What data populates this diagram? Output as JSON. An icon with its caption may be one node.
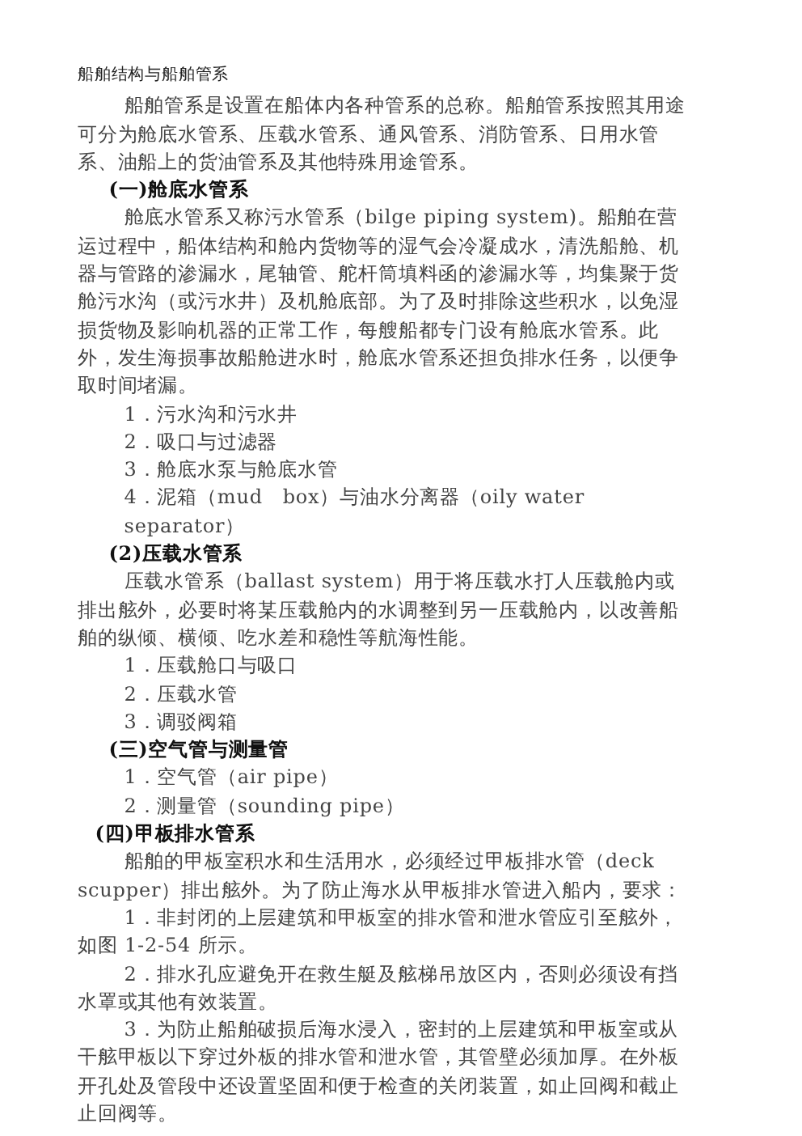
{
  "diagram": {
    "title": "船舶结构与船舶管系",
    "labels": [
      "船舶管系是设置在船体内各种管系的总称。船舶管系按照其用途可分为舱底水管系、压载水管系、通风管系、消防管系、日用水管系、油船上的货油管系及其他特殊用途管系。",
      "(一)舱底水管系",
      "舱底水管系又称污水管系（bilge piping system)。船舶在营运过程中，船体结构和舱内货物等的湿气会冷凝成水，清洗船舱、机器与管路的渗漏水，尾轴管、舵杆筒填料函的渗漏水等，均集聚于货舱污水沟（或污水井）及机舱底部。为了及时排除这些积水，以免湿损货物及影响机器的正常工作，每艘船都专门设有舱底水管系。此外，发生海损事故船舱进水时，舱底水管系还担负排水任务，以便争取时间堵漏。",
      "1．污水沟和污水井",
      "2．吸口与过滤器",
      "3．舱底水泵与舱底水管",
      "4．泥箱（mud　box）与油水分离器（oily water separator）",
      "(2)压载水管系",
      "压载水管系（ballast system）用于将压载水打人压载舱内或排出舷外，必要时将某压载舱内的水调整到另一压载舱内，以改善船舶的纵倾、横倾、吃水差和稳性等航海性能。",
      "1．压载舱口与吸口",
      "2．压载水管",
      "3．调驳阀箱",
      "(三)空气管与测量管",
      "1．空气管（air pipe）",
      "2．测量管（sounding pipe）",
      "(四)甲板排水管系",
      "船舶的甲板室积水和生活用水，必须经过甲板排水管（deck scupper）排出舷外。为了防止海水从甲板排水管进入船内，要求：",
      "1．非封闭的上层建筑和甲板室的排水管和泄水管应引至舷外，如图 1-2-54 所示。",
      "2．排水孔应避免开在救生艇及舷梯吊放区内，否则必须设有挡水罩或其他有效装置。",
      "3．为防止船舶破损后海水浸入，密封的上层建筑和甲板室或从干舷甲板以下穿过外板的排水管和泄水管，其管壁必须加厚。在外板开孔处及管段中还设置坚固和便于检查的关闭装置，如止回阀和截止止回阀等。"
    ]
  }
}
